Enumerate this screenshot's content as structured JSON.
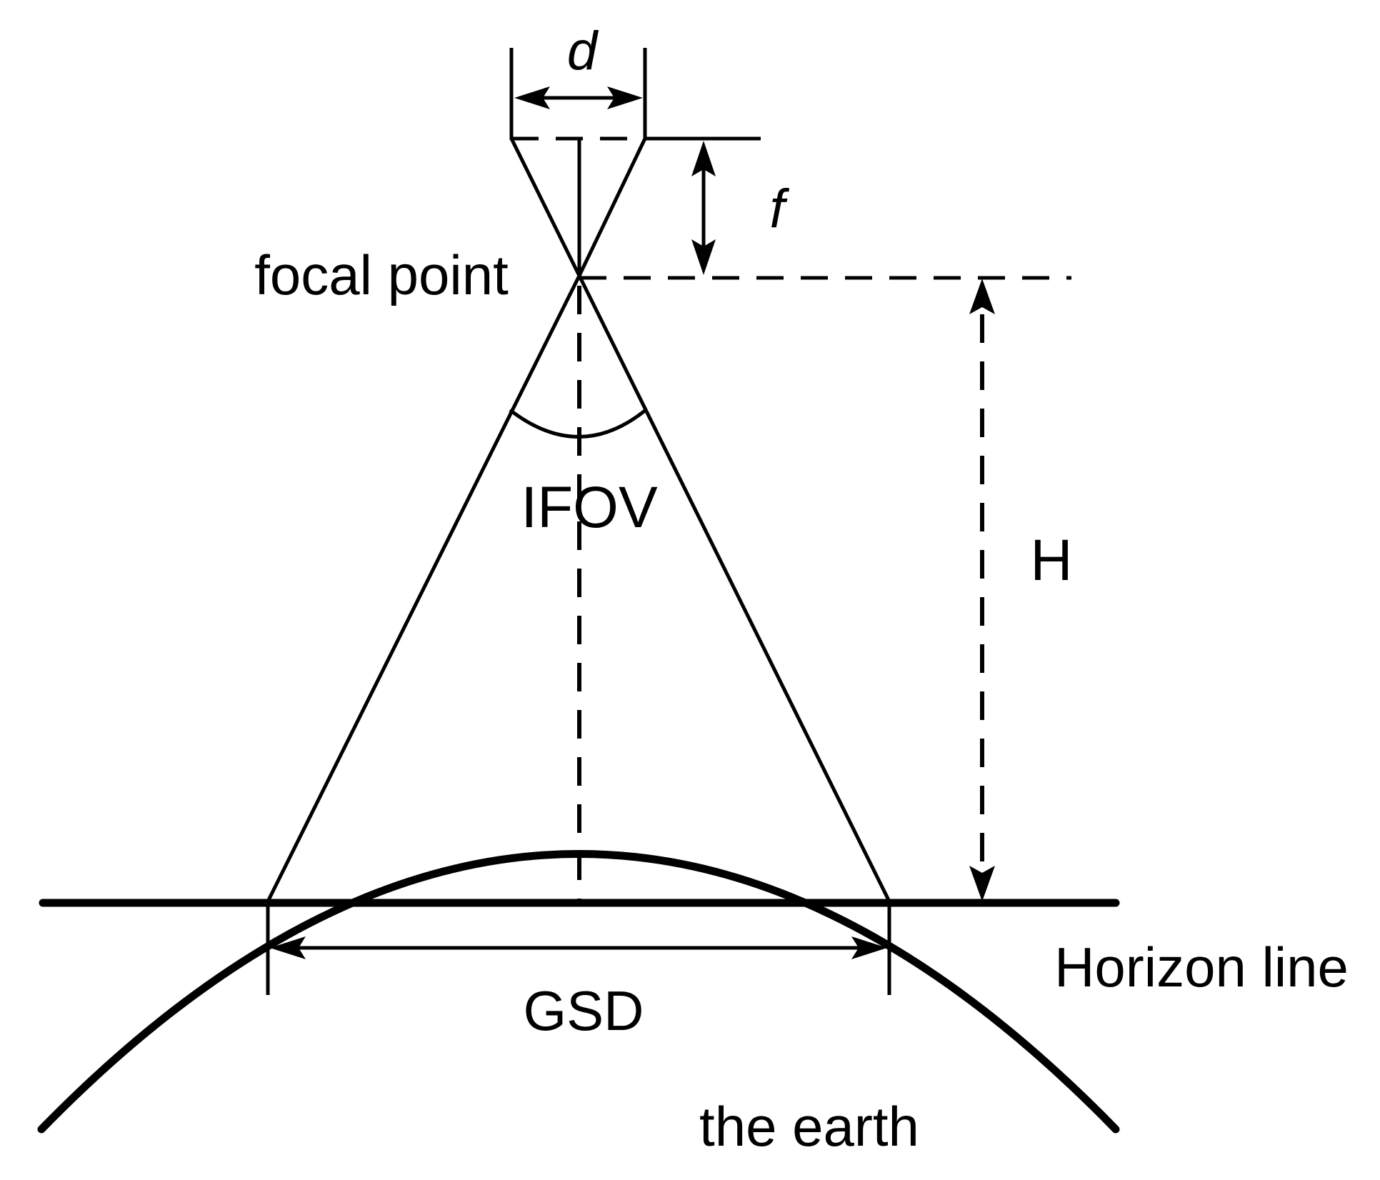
{
  "labels": {
    "d": "d",
    "f": "f",
    "focal_point": "focal point",
    "ifov": "IFOV",
    "h": "H",
    "horizon_line": "Horizon line",
    "gsd": "GSD",
    "the_earth": "the earth"
  }
}
